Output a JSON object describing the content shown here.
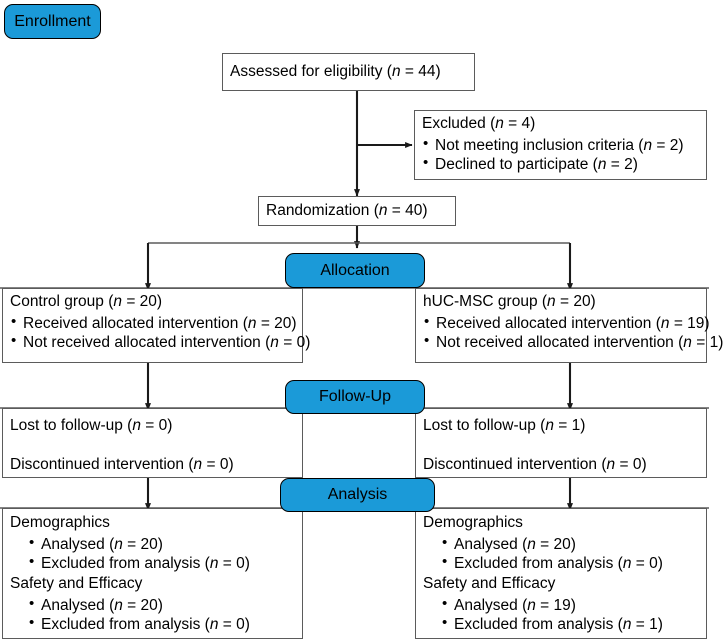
{
  "diagram": {
    "type": "consort-flow-diagram",
    "accent_color": "#1b9ad8",
    "line_color": "#5b5b5b",
    "stages": {
      "enrollment": "Enrollment",
      "allocation": "Allocation",
      "followup": "Follow-Up",
      "analysis": "Analysis"
    },
    "assessed": {
      "title": "Assessed for eligibility (n = 44)"
    },
    "excluded": {
      "title": "Excluded (n = 4)",
      "items": [
        "Not meeting inclusion criteria (n = 2)",
        "Declined to participate (n = 2)"
      ]
    },
    "randomization": {
      "title": "Randomization (n = 40)"
    },
    "allocation_left": {
      "title": "Control group (n = 20)",
      "items": [
        "Received allocated intervention (n = 20)",
        "Not received allocated intervention (n = 0)"
      ]
    },
    "allocation_right": {
      "title": "hUC-MSC group (n = 20)",
      "items": [
        "Received allocated intervention (n = 19)",
        "Not received allocated intervention (n = 1)"
      ]
    },
    "followup_left": {
      "line1": "Lost to follow-up (n = 0)",
      "line2": "Discontinued intervention (n = 0)"
    },
    "followup_right": {
      "line1": "Lost to follow-up (n = 1)",
      "line2": "Discontinued intervention (n = 0)"
    },
    "analysis_left": {
      "heading1": "Demographics",
      "group1": [
        "Analysed (n = 20)",
        "Excluded from analysis (n = 0)"
      ],
      "heading2": "Safety and Efficacy",
      "group2": [
        "Analysed (n = 20)",
        "Excluded from analysis (n = 0)"
      ]
    },
    "analysis_right": {
      "heading1": "Demographics",
      "group1": [
        "Analysed (n = 20)",
        "Excluded from analysis (n = 0)"
      ],
      "heading2": "Safety and Efficacy",
      "group2": [
        "Analysed (n = 19)",
        "Excluded from analysis (n = 1)"
      ]
    }
  }
}
